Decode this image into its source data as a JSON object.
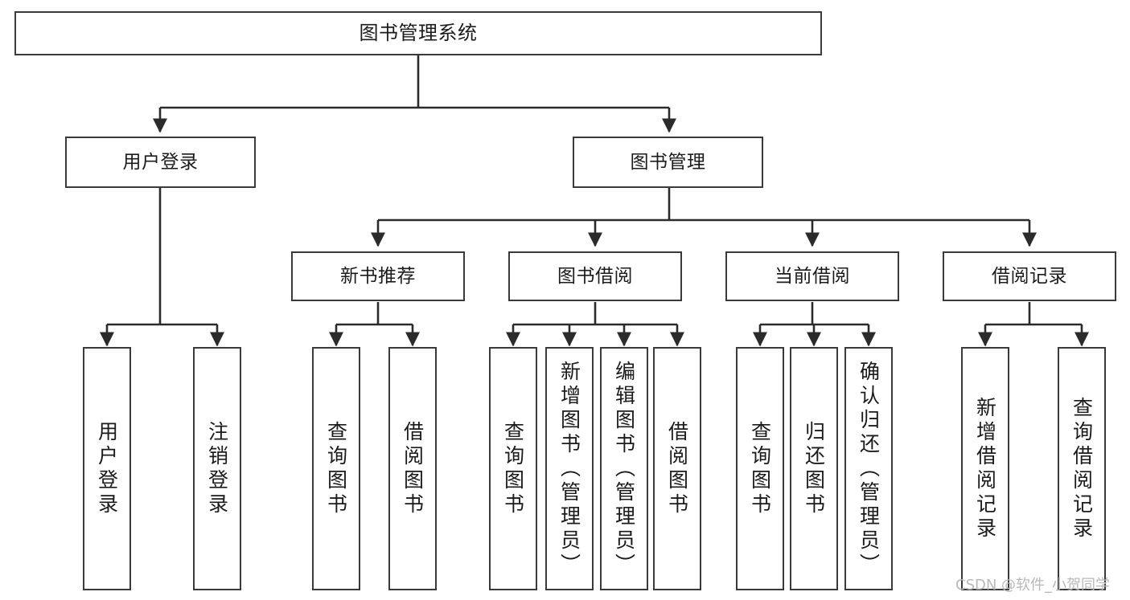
{
  "diagram": {
    "title": "图书管理系统",
    "type": "function-hierarchy-tree",
    "orientation": "top-down",
    "colors": {
      "box_stroke": "#3a3a3a",
      "box_fill": "#ffffff",
      "edge_stroke": "#2b2b2b",
      "text": "#1b1b1b",
      "watermark": "#b9b9b9",
      "background": "#ffffff"
    },
    "root": {
      "id": "root",
      "label": "图书管理系统"
    },
    "level2": [
      {
        "id": "user-login",
        "label": "用户登录"
      },
      {
        "id": "book-manage",
        "label": "图书管理"
      }
    ],
    "level3": [
      {
        "id": "new-book-recommend",
        "label": "新书推荐",
        "parent": "book-manage"
      },
      {
        "id": "book-borrow",
        "label": "图书借阅",
        "parent": "book-manage"
      },
      {
        "id": "current-borrow",
        "label": "当前借阅",
        "parent": "book-manage"
      },
      {
        "id": "borrow-record",
        "label": "借阅记录",
        "parent": "book-manage"
      }
    ],
    "leaves": {
      "user-login": [
        {
          "id": "leaf-user-login",
          "label": "用户登录"
        },
        {
          "id": "leaf-user-logout",
          "label": "注销登录"
        }
      ],
      "new-book-recommend": [
        {
          "id": "leaf-query-book-1",
          "label": "查询图书"
        },
        {
          "id": "leaf-borrow-book-1",
          "label": "借阅图书"
        }
      ],
      "book-borrow": [
        {
          "id": "leaf-query-book-2",
          "label": "查询图书"
        },
        {
          "id": "leaf-add-book",
          "label": "新增图书（管理员）"
        },
        {
          "id": "leaf-edit-book",
          "label": "编辑图书（管理员）"
        },
        {
          "id": "leaf-borrow-book-2",
          "label": "借阅图书"
        }
      ],
      "current-borrow": [
        {
          "id": "leaf-query-book-3",
          "label": "查询图书"
        },
        {
          "id": "leaf-return-book",
          "label": "归还图书"
        },
        {
          "id": "leaf-confirm-return",
          "label": "确认归还（管理员）"
        }
      ],
      "borrow-record": [
        {
          "id": "leaf-add-record",
          "label": "新增借阅记录"
        },
        {
          "id": "leaf-query-record",
          "label": "查询借阅记录"
        }
      ]
    }
  },
  "watermark": {
    "text": "CSDN @软件_小贺同学"
  }
}
